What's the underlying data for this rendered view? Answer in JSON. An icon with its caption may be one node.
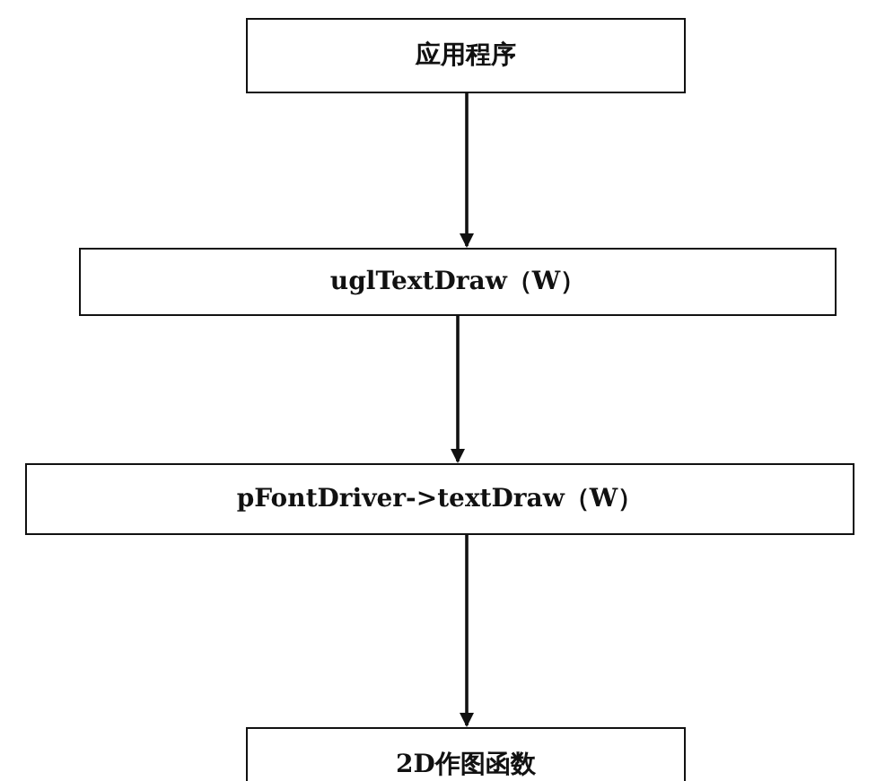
{
  "diagram": {
    "nodes": [
      {
        "text": [
          "应用程序"
        ]
      },
      {
        "text": [
          "uglTextDraw（W）"
        ]
      },
      {
        "text": [
          "pFontDriver->textDraw（W）"
        ]
      },
      {
        "text": [
          "2D作图函数"
        ]
      }
    ],
    "edges": [
      {
        "from": 0,
        "to": 1,
        "arrow": "to"
      },
      {
        "from": 1,
        "to": 2,
        "arrow": "to"
      },
      {
        "from": 2,
        "to": 3,
        "arrow": "to"
      }
    ]
  }
}
